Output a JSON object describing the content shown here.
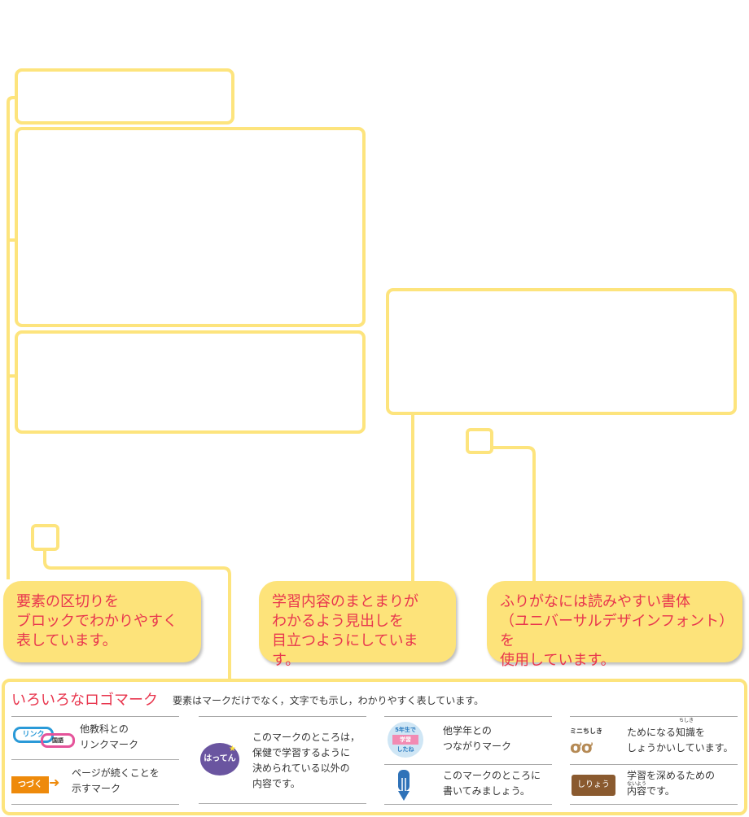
{
  "callouts": [
    {
      "lines": [
        "要素の区切りを",
        "ブロックでわかりやすく",
        "表しています。"
      ]
    },
    {
      "lines": [
        "学習内容のまとまりが",
        "わかるよう見出しを",
        "目立つようにしています。"
      ]
    },
    {
      "lines": [
        "ふりがなには読みやすい書体",
        "（ユニバーサルデザインフォント）を",
        "使用しています。"
      ]
    }
  ],
  "legend": {
    "title": "いろいろなロゴマーク",
    "subtitle": "要素はマークだけでなく，文字でも示し，わかりやすく表しています。",
    "items": [
      {
        "icon": "link-mark",
        "icon_text": "リンク",
        "icon_sub": "国語",
        "lines": [
          "他教科との",
          "リンクマーク"
        ]
      },
      {
        "icon": "continue-mark",
        "icon_text": "つづく",
        "lines": [
          "ページが続くことを",
          "示すマーク"
        ]
      },
      {
        "icon": "hatten-mark",
        "icon_text": "はってん",
        "lines": [
          "このマークのところは，",
          "保健で学習するように",
          "決められている以外の",
          "内容です。"
        ]
      },
      {
        "icon": "grade-link-mark",
        "icon_text": "5年生で",
        "icon_mid": "学習",
        "icon_sub": "したね",
        "lines": [
          "他学年との",
          "つながりマーク"
        ]
      },
      {
        "icon": "pencil-mark",
        "lines": [
          "このマークのところに",
          "書いてみましょう。"
        ]
      },
      {
        "icon": "mini-chishiki-mark",
        "icon_text": "ミニちしき",
        "lines": [
          "ためになる知識を",
          "しょうかいしています。"
        ],
        "ruby": "ちしき"
      },
      {
        "icon": "shiryo-mark",
        "icon_text": "しりょう",
        "lines": [
          "学習を深めるための",
          "内容です。"
        ],
        "ruby": "ないよう"
      }
    ]
  },
  "colors": {
    "frame": "#fde47d",
    "cloud": "#fde37a",
    "accent": "#e8364e"
  }
}
